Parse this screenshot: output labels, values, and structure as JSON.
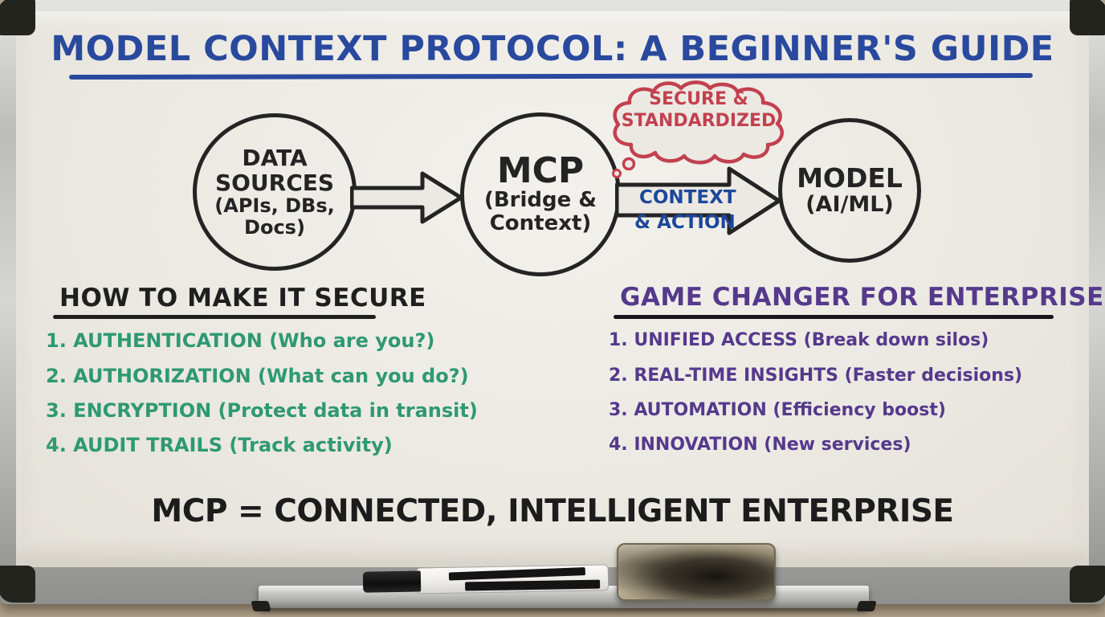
{
  "title": {
    "text": "MODEL CONTEXT PROTOCOL: A BEGINNER'S GUIDE"
  },
  "diagram": {
    "data_sources": {
      "line1": "DATA",
      "line2": "SOURCES",
      "line3": "(APIs, DBs,",
      "line4": "Docs)"
    },
    "mcp": {
      "line1": "MCP",
      "line2": "(Bridge &",
      "line3": "Context)"
    },
    "model": {
      "line1": "MODEL",
      "line2": "(AI/ML)"
    },
    "cloud": {
      "line1": "SECURE &",
      "line2": "STANDARDIZED"
    },
    "arrow_label": {
      "line1": "CONTEXT",
      "line2": "& ACTION"
    }
  },
  "security": {
    "heading": "HOW TO MAKE IT SECURE",
    "items": [
      "1. AUTHENTICATION (Who are you?)",
      "2. AUTHORIZATION (What can you do?)",
      "3. ENCRYPTION (Protect data in transit)",
      "4. AUDIT TRAILS (Track activity)"
    ]
  },
  "enterprise": {
    "heading": "GAME CHANGER FOR ENTERPRISE",
    "items": [
      "1. UNIFIED ACCESS (Break down silos)",
      "2. REAL-TIME INSIGHTS (Faster decisions)",
      "3. AUTOMATION (Efficiency boost)",
      "4. INNOVATION (New services)"
    ]
  },
  "footer": {
    "statement": "MCP = CONNECTED, INTELLIGENT ENTERPRISE"
  },
  "tray": {
    "icons": [
      "dry-erase-marker",
      "whiteboard-eraser"
    ]
  },
  "colors": {
    "title_blue": "#29499e",
    "security_green": "#2e9973",
    "enterprise_purple": "#55398c",
    "cloud_red": "#c2414f",
    "action_blue": "#1c489c",
    "ink_black": "#242424"
  }
}
